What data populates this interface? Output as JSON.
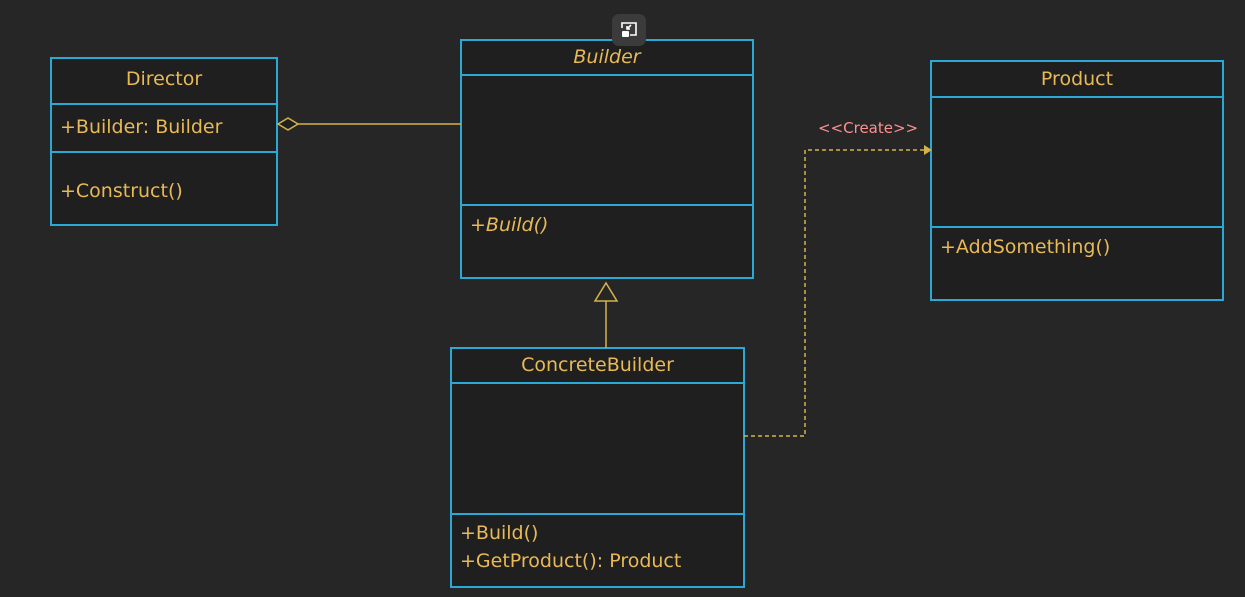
{
  "classes": {
    "director": {
      "name": "Director",
      "attributes": [
        "+Builder: Builder"
      ],
      "operations": [
        "+Construct()"
      ]
    },
    "builder": {
      "name": "Builder",
      "attributes": [],
      "operations": [
        "+Build()"
      ]
    },
    "product": {
      "name": "Product",
      "attributes": [],
      "operations": [
        "+AddSomething()"
      ]
    },
    "concrete_builder": {
      "name": "ConcreteBuilder",
      "attributes": [],
      "operations": [
        "+Build()",
        "+GetProduct(): Product"
      ]
    }
  },
  "relations": {
    "create_label": "<<Create>>"
  },
  "colors": {
    "border": "#29a9d6",
    "text": "#e8b955",
    "stereotype": "#ff8f8f",
    "connector": "#d6b24a",
    "background": "#262627"
  },
  "icons": {
    "pip_button": "picture-in-picture-icon"
  }
}
